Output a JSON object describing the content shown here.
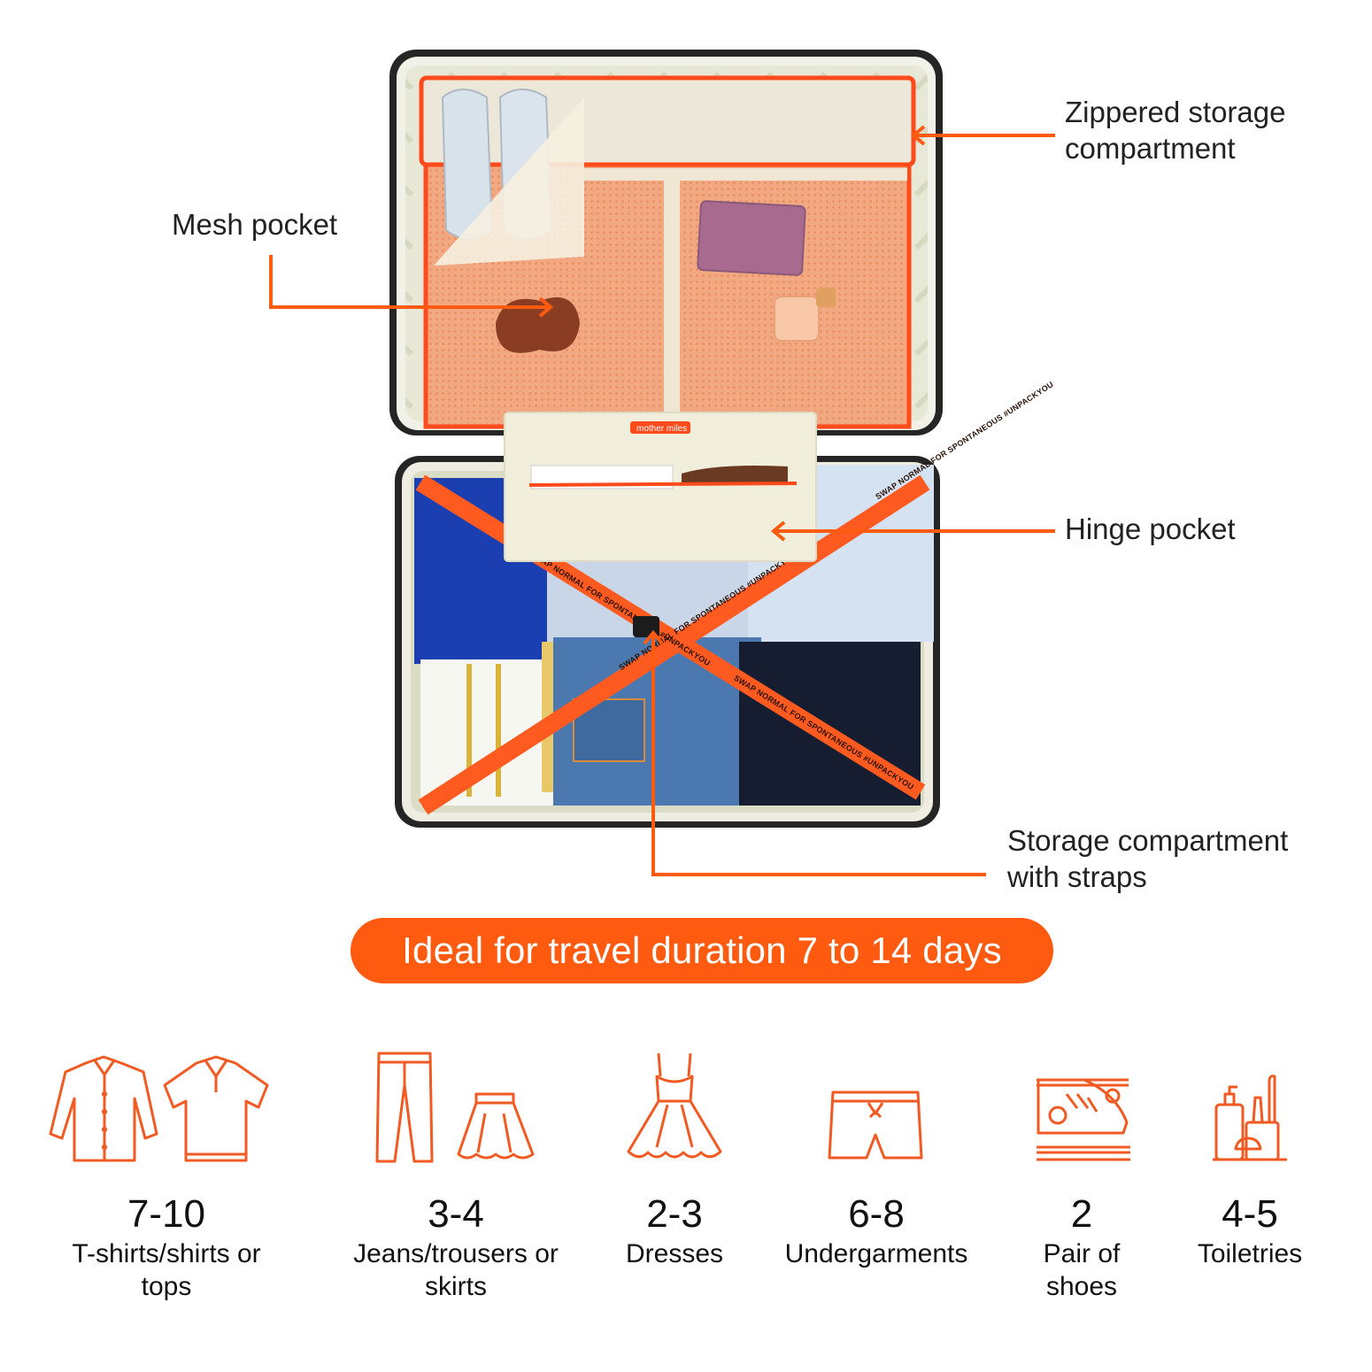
{
  "colors": {
    "accent": "#fe5a10",
    "text": "#222222",
    "lining": "#e4e6d2",
    "shell": "#2a2a2a"
  },
  "callouts": {
    "zippered": "Zippered storage\ncompartment",
    "mesh": "Mesh pocket",
    "hinge": "Hinge pocket",
    "straps": "Storage compartment\nwith straps"
  },
  "brand_label": "mother miles",
  "strap_text": "SWAP NORMAL FOR SPONTANEOUS #UNPACKYOU",
  "banner": "Ideal for travel duration 7 to 14 days",
  "items": [
    {
      "icon": "shirt-icon",
      "count": "7-10",
      "label": "T-shirts/shirts or\ntops"
    },
    {
      "icon": "trousers-skirt-icon",
      "count": "3-4",
      "label": "Jeans/trousers or\nskirts"
    },
    {
      "icon": "dress-icon",
      "count": "2-3",
      "label": "Dresses"
    },
    {
      "icon": "shorts-icon",
      "count": "6-8",
      "label": "Undergarments"
    },
    {
      "icon": "sneaker-icon",
      "count": "2",
      "label": "Pair of\nshoes"
    },
    {
      "icon": "toiletries-icon",
      "count": "4-5",
      "label": "Toiletries"
    }
  ]
}
